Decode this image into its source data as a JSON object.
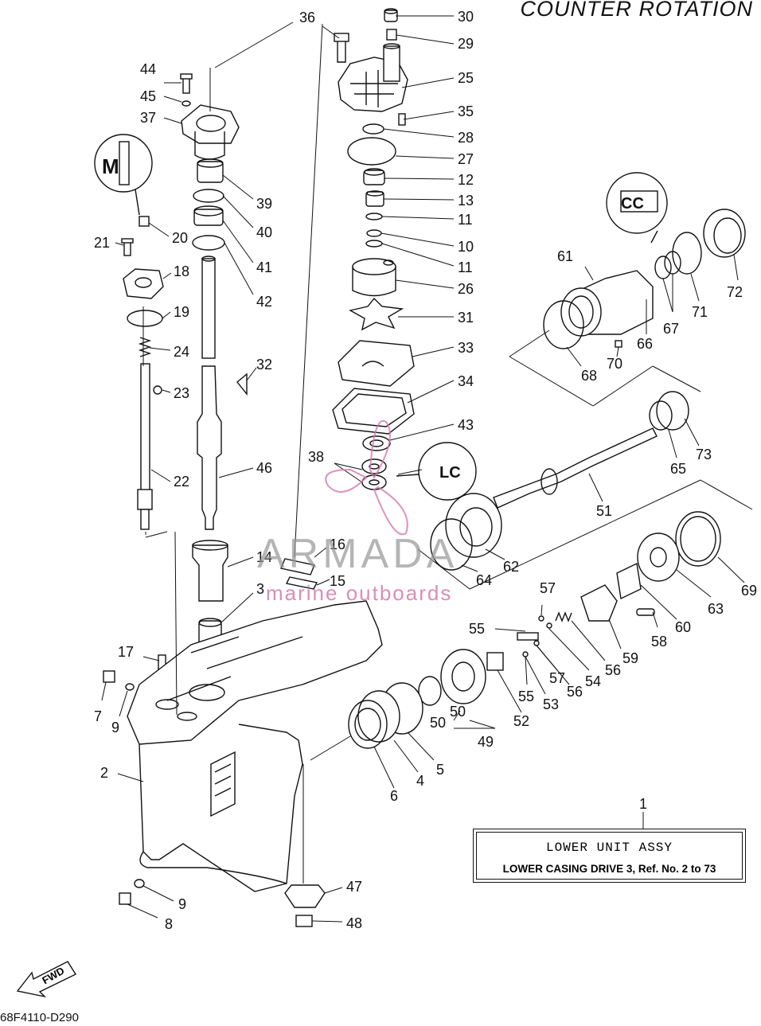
{
  "title": "COUNTER ROTATION",
  "diagram_code": "68F4110-D290",
  "assembly_box": {
    "line1": "LOWER UNIT ASSY",
    "line2": "LOWER CASING DRIVE 3, Ref. No. 2 to 73"
  },
  "watermark": {
    "brand": "ARMADA",
    "tagline": "marine outboards"
  },
  "fwd_label": "FWD",
  "callouts": {
    "c30": "30",
    "c29": "29",
    "c25": "25",
    "c35": "35",
    "c28": "28",
    "c27": "27",
    "c12": "12",
    "c13": "13",
    "c11a": "11",
    "c10": "10",
    "c11b": "11",
    "c26": "26",
    "c31": "31",
    "c33": "33",
    "c34": "34",
    "c43": "43",
    "c38": "38",
    "c36": "36",
    "c44": "44",
    "c45": "45",
    "c37": "37",
    "c39": "39",
    "c40": "40",
    "c41": "41",
    "c42": "42",
    "c20": "20",
    "c21": "21",
    "c18": "18",
    "c19": "19",
    "c24": "24",
    "c23": "23",
    "c22": "22",
    "c32": "32",
    "c46": "46",
    "c14": "14",
    "c16": "16",
    "c15": "15",
    "c3": "3",
    "c17": "17",
    "c7": "7",
    "c9a": "9",
    "c2": "2",
    "c9b": "9",
    "c8": "8",
    "c47": "47",
    "c48": "48",
    "c61": "61",
    "c72": "72",
    "c71": "71",
    "c67": "67",
    "c66": "66",
    "c70": "70",
    "c68": "68",
    "c73": "73",
    "c65": "65",
    "c51": "51",
    "c62": "62",
    "c64": "64",
    "c69": "69",
    "c63": "63",
    "c60": "60",
    "c58": "58",
    "c57a": "57",
    "c55a": "55",
    "c59": "59",
    "c56a": "56",
    "c54": "54",
    "c57b": "57",
    "c56b": "56",
    "c53": "53",
    "c55b": "55",
    "c52": "52",
    "c50a": "50",
    "c50b": "50",
    "c49": "49",
    "c5": "5",
    "c4": "4",
    "c6": "6",
    "c1": "1"
  },
  "icons": {
    "magnet_callout": "M",
    "sealant_callout_left": "LC",
    "sealant_callout_mid": "LC",
    "grease_callout": "CC"
  },
  "colors": {
    "line": "#111111",
    "watermark_gray": "#969696",
    "watermark_pink": "#d678aa"
  }
}
